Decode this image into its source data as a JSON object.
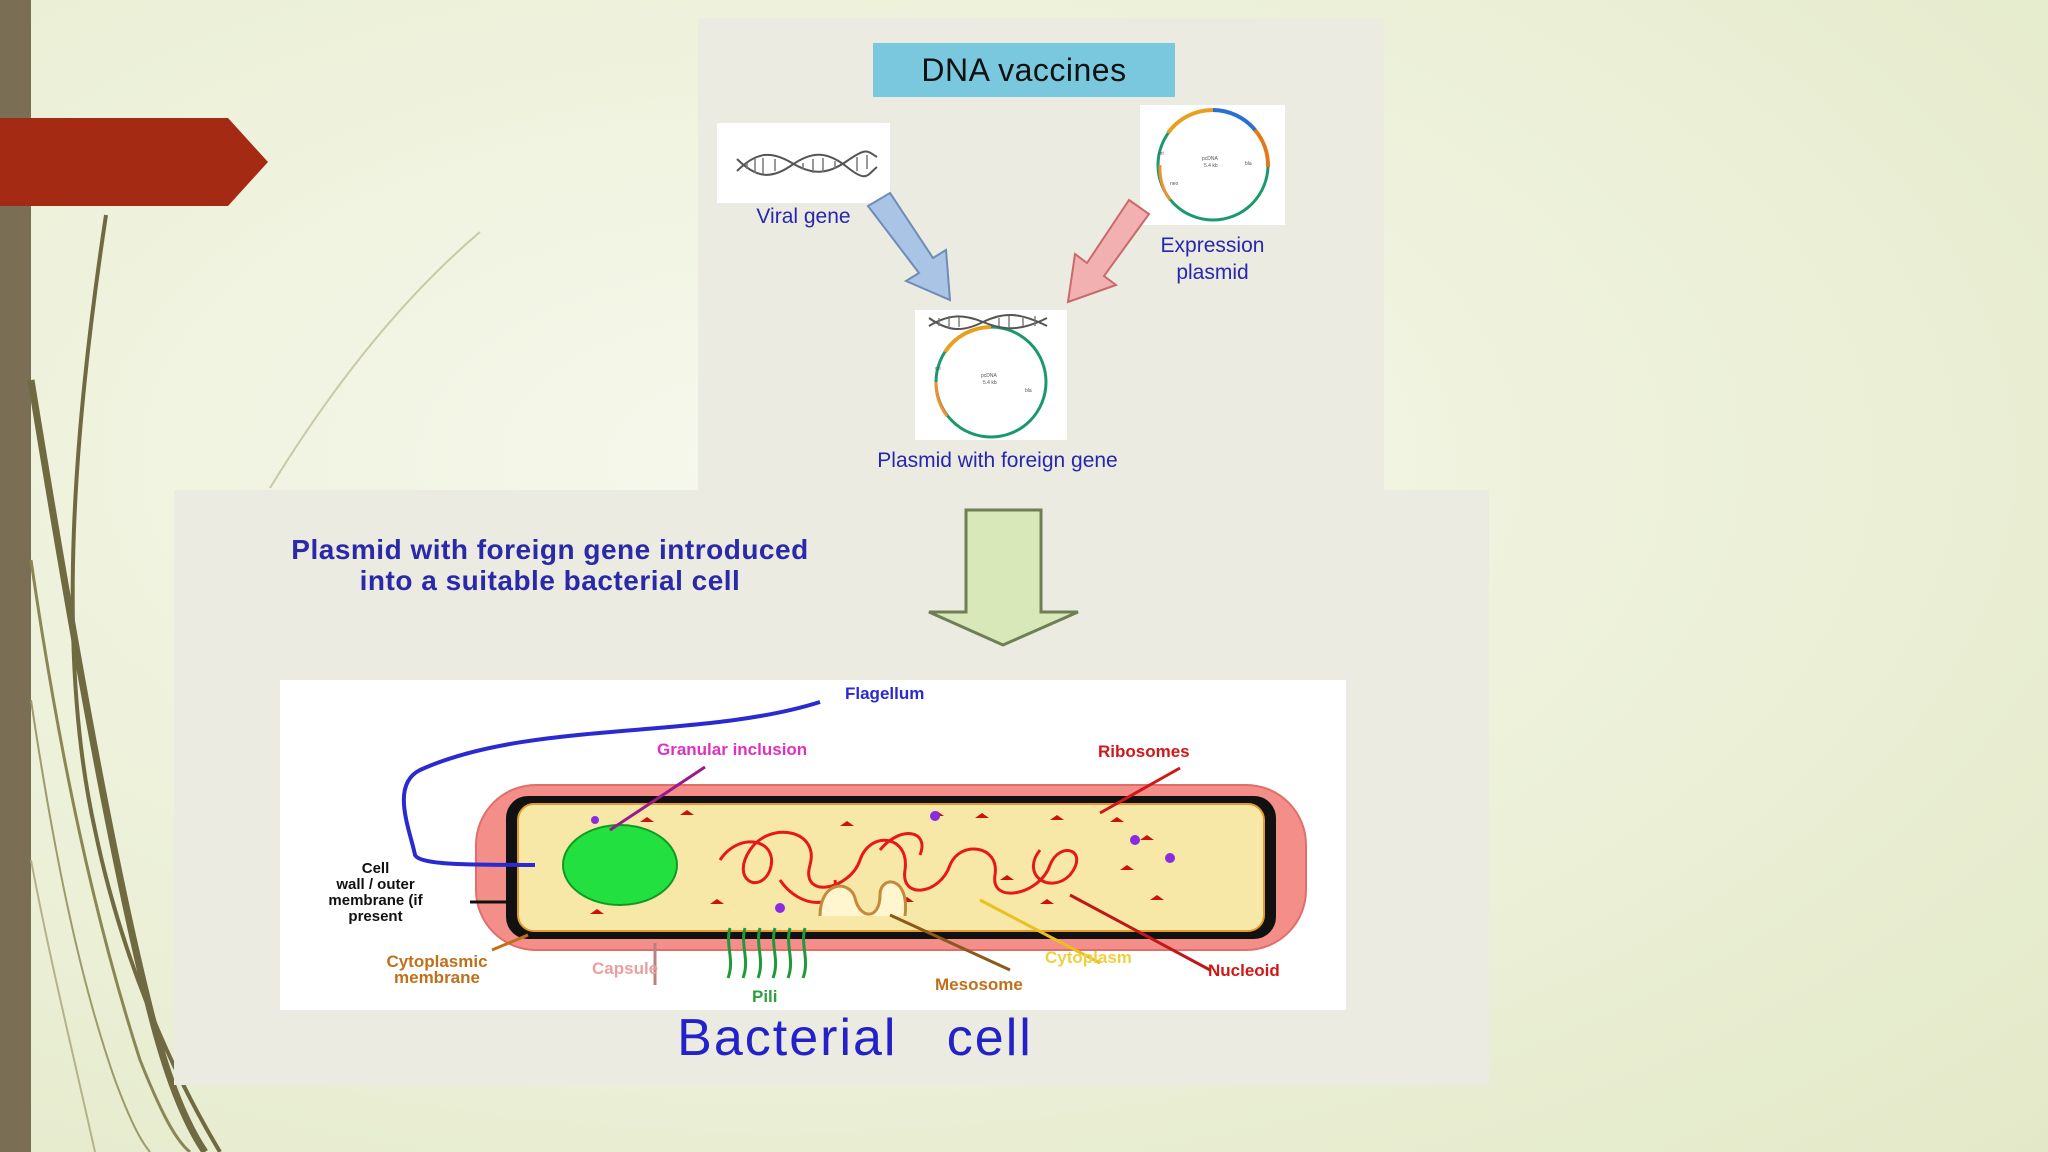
{
  "slide": {
    "accent_colors": {
      "left_bar": "#7a6e55",
      "tag": "#a52a14",
      "label_blue": "#2626b0"
    },
    "dna_panel": {
      "title": "DNA vaccines",
      "viral_gene_label": "Viral gene",
      "expression_plasmid_label": [
        "Expression",
        "plasmid"
      ],
      "plasmid_foreign_label": "Plasmid with foreign gene"
    },
    "bacterial_panel": {
      "intro_text": [
        "Plasmid with foreign gene introduced",
        "into  a  suitable bacterial cell"
      ],
      "labels": {
        "flagellum": "Flagellum",
        "granular_inclusion": "Granular inclusion",
        "ribosomes": "Ribosomes",
        "cell_wall": [
          "Cell",
          "wall / outer",
          "membrane (if",
          "present"
        ],
        "cytoplasmic_membrane": [
          "Cytoplasmic",
          "membrane"
        ],
        "capsule": "Capsule",
        "pili": "Pili",
        "mesosome": "Mesosome",
        "cytoplasm": "Cytoplasm",
        "nucleoid": "Nucleoid"
      },
      "title": "Bacterial   cell"
    }
  }
}
